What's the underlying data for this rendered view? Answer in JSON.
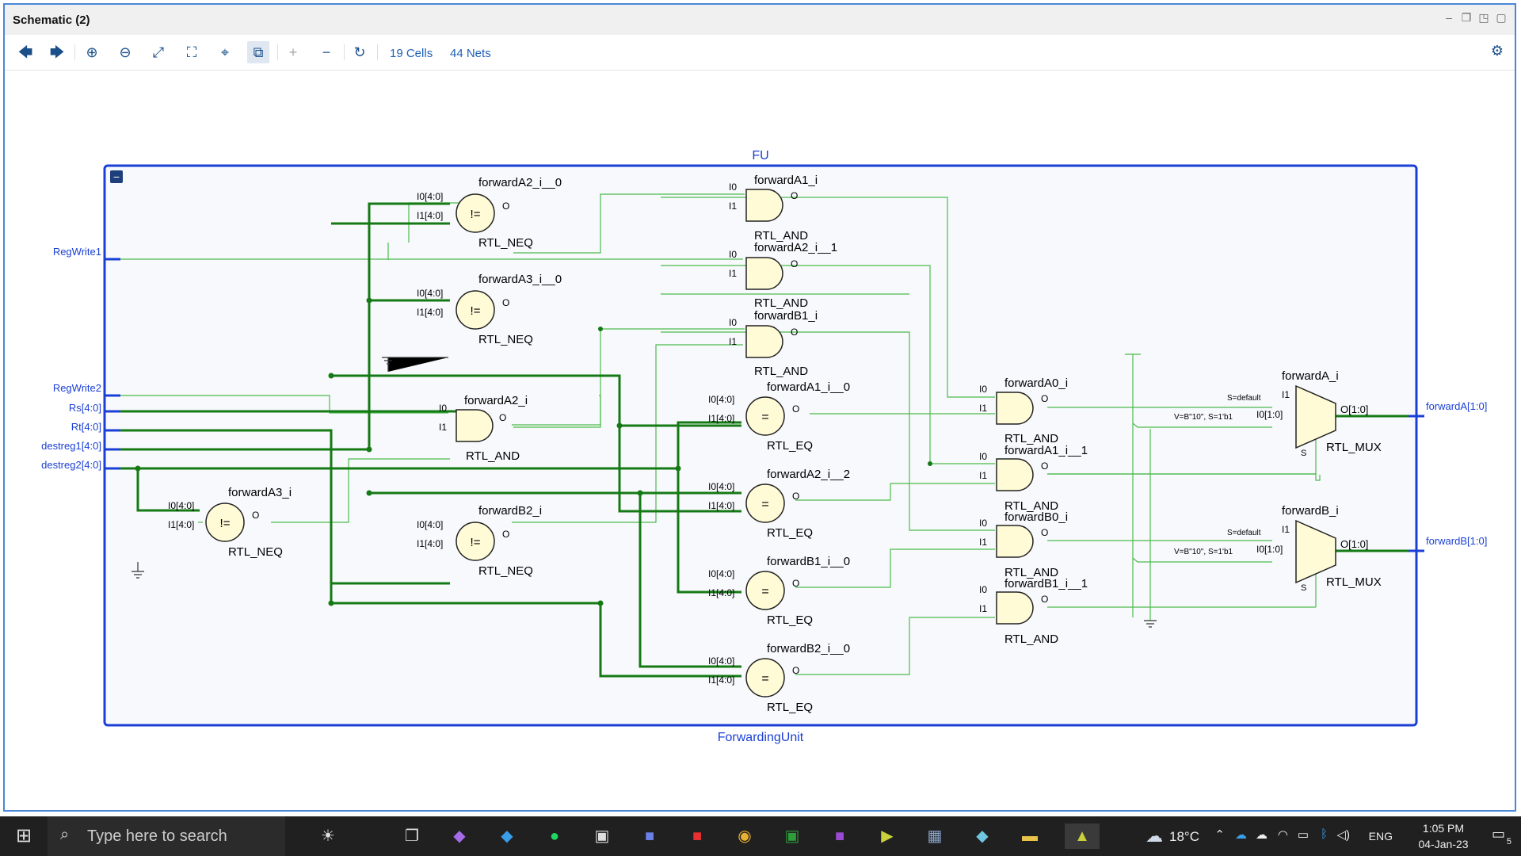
{
  "window": {
    "title": "Schematic (2)",
    "controls": {
      "minimize": "–",
      "restore": "❐",
      "maximize": "◳",
      "close": "▢"
    }
  },
  "toolbar": {
    "back": "🡄",
    "forward": "🡆",
    "zoom_in": "⊕",
    "zoom_out": "⊖",
    "fit": "⤢",
    "zoom_area": "⛶",
    "select": "⌖",
    "route": "⧉",
    "add": "+",
    "remove": "−",
    "refresh": "↻",
    "cells": "19 Cells",
    "nets": "44 Nets",
    "settings": "⚙"
  },
  "schematic": {
    "top_label": "FU",
    "bottom_label": "ForwardingUnit",
    "collapse": "−",
    "ports": {
      "regwrite1": "RegWrite1",
      "regwrite2": "RegWrite2",
      "rs": "Rs[4:0]",
      "rt": "Rt[4:0]",
      "destreg1": "destreg1[4:0]",
      "destreg2": "destreg2[4:0]",
      "forwardA": "forwardA[1:0]",
      "forwardB": "forwardB[1:0]"
    },
    "pins": {
      "i0_bus": "I0[4:0]",
      "i1_bus": "I1[4:0]",
      "i0": "I0",
      "i1": "I1",
      "o": "O",
      "mux_out": "O[1:0]",
      "mux_i0": "I0[1:0]",
      "mux_i1": "I1",
      "s": "S",
      "s_default": "S=default",
      "v_default": "V=B\"10\", S=1'b1"
    },
    "types": {
      "neq": "RTL_NEQ",
      "and": "RTL_AND",
      "eq": "RTL_EQ",
      "mux": "RTL_MUX"
    },
    "symbols": {
      "neq": "!=",
      "eq": "="
    },
    "cells": {
      "fA2_0": "forwardA2_i__0",
      "fA3_0": "forwardA3_i__0",
      "fA2": "forwardA2_i",
      "fA3": "forwardA3_i",
      "fB2": "forwardB2_i",
      "fA1": "forwardA1_i",
      "fA2_1": "forwardA2_i__1",
      "fB1": "forwardB1_i",
      "fA1_0": "forwardA1_i__0",
      "fA2_2": "forwardA2_i__2",
      "fB1_0": "forwardB1_i__0",
      "fB2_0": "forwardB2_i__0",
      "fA0": "forwardA0_i",
      "fA1_1": "forwardA1_i__1",
      "fB0": "forwardB0_i",
      "fB1_1": "forwardB1_i__1",
      "fA": "forwardA_i",
      "fB": "forwardB_i"
    }
  },
  "taskbar": {
    "search_placeholder": "Type here to search",
    "temperature": "18°C",
    "language": "ENG",
    "time": "1:05 PM",
    "date": "04-Jan-23",
    "notifications": "5"
  }
}
